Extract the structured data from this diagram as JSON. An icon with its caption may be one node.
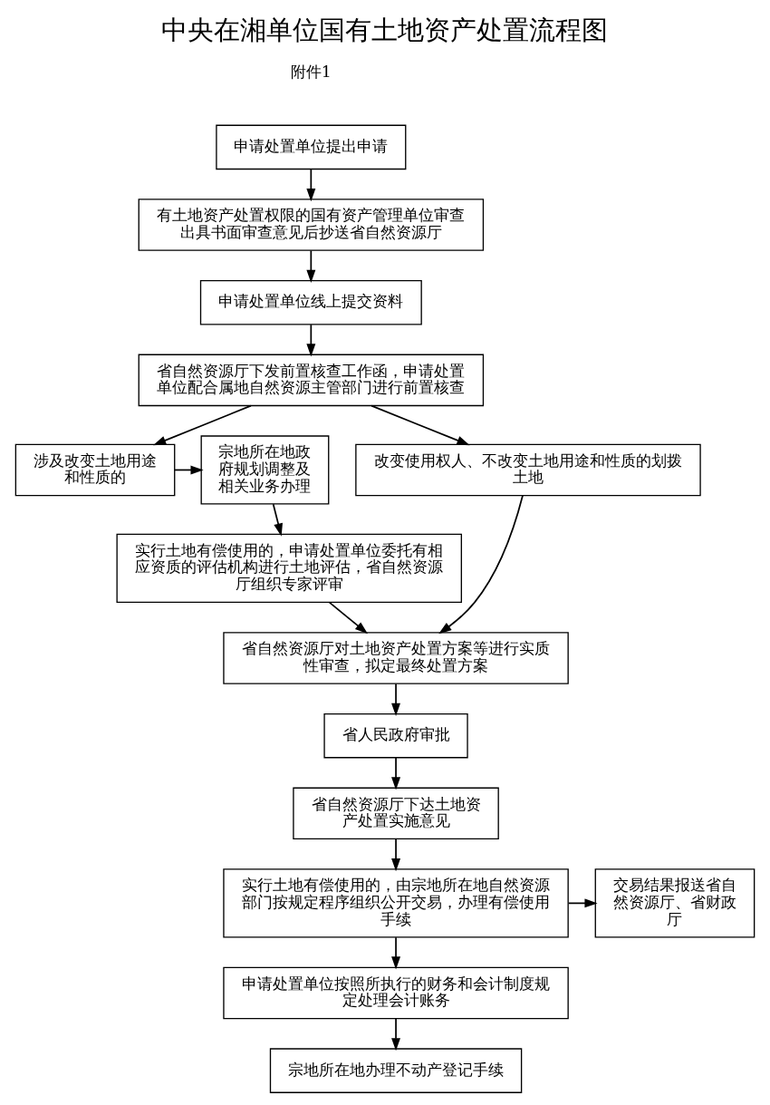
{
  "diagram": {
    "title": "中央在湘单位国有土地资产处置流程图",
    "nodes": [
      {
        "text": [
          "申请处置单位提出申请"
        ]
      },
      {
        "text": [
          "有土地资产处置权限的国有资产管理单位审查出具书面审查意见后抄送省自然资源厅"
        ]
      },
      {
        "text": [
          "申请处置单位线上提交资料"
        ]
      },
      {
        "text": [
          "省自然资源厅下发前置核查工作函，申请处置单位配合属地自然资源主管部门进行前置核查"
        ]
      },
      {
        "text": [
          "宗地所在地政府规划调整及相关业务办理"
        ]
      },
      {
        "text": [
          "涉及改变土地用途和性质的"
        ]
      },
      {
        "text": [
          "改变使用权人、不改变土地用途和性质的划拨土地"
        ]
      },
      {
        "text": [
          "实行土地有偿使用的，申请处置单位委托有相应资质的评估机构进行土地评估，省自然资源厅组织专家评审"
        ]
      },
      {
        "text": [
          "省自然资源厅对土地资产处置方案等进行实质性审查，拟定最终处置方案"
        ]
      },
      {
        "text": [
          "省人民政府审批"
        ]
      },
      {
        "text": [
          "省自然资源厅下达土地资产处置实施意见"
        ]
      },
      {
        "text": [
          "实行土地有偿使用的，由宗地所在地自然资源部门按规定程序组织公开交易，办理有偿使用手续"
        ]
      },
      {
        "text": [
          "交易结果报送省自然资源厅、省财政厅"
        ]
      },
      {
        "text": [
          "申请处置单位按照所执行的财务和会计制度规定处理会计账务"
        ]
      },
      {
        "text": [
          "宗地所在地办理不动产登记手续"
        ]
      }
    ],
    "edges": [
      {
        "from": 0,
        "to": 1,
        "arrow": "to"
      },
      {
        "from": 1,
        "to": 2,
        "arrow": "to"
      },
      {
        "from": 2,
        "to": 3,
        "arrow": "to"
      },
      {
        "from": 3,
        "to": 5,
        "arrow": "to"
      },
      {
        "from": 3,
        "to": 6,
        "arrow": "to"
      },
      {
        "from": 5,
        "to": 4,
        "arrow": "to"
      },
      {
        "from": 6,
        "to": 8,
        "arrow": "to"
      },
      {
        "from": 4,
        "to": 7,
        "arrow": "to"
      },
      {
        "from": 7,
        "to": 8,
        "arrow": "to"
      },
      {
        "from": 8,
        "to": 9,
        "arrow": "to"
      },
      {
        "from": 9,
        "to": 10,
        "arrow": "to"
      },
      {
        "from": 10,
        "to": 11,
        "arrow": "to"
      },
      {
        "from": 11,
        "to": 12,
        "arrow": "to"
      },
      {
        "from": 11,
        "to": 13,
        "arrow": "to"
      },
      {
        "from": 13,
        "to": 14,
        "arrow": "to"
      }
    ],
    "labels": [
      "附件1"
    ]
  }
}
